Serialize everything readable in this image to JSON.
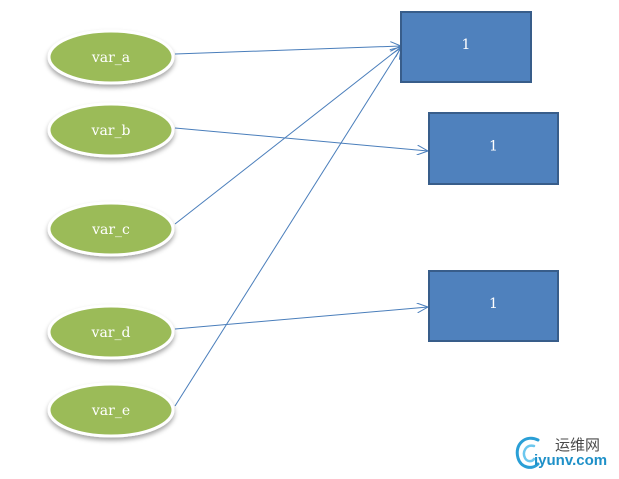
{
  "diagram": {
    "variables": [
      {
        "id": "a",
        "label": "var_a"
      },
      {
        "id": "b",
        "label": "var_b"
      },
      {
        "id": "c",
        "label": "var_c"
      },
      {
        "id": "d",
        "label": "var_d"
      },
      {
        "id": "e",
        "label": "var_e"
      }
    ],
    "boxes": [
      {
        "id": "box1",
        "label": "1"
      },
      {
        "id": "box2",
        "label": "1"
      },
      {
        "id": "box3",
        "label": "1"
      }
    ],
    "edges": [
      {
        "from": "a",
        "to": "box1"
      },
      {
        "from": "b",
        "to": "box2"
      },
      {
        "from": "c",
        "to": "box1"
      },
      {
        "from": "d",
        "to": "box3"
      },
      {
        "from": "e",
        "to": "box1"
      }
    ]
  },
  "colors": {
    "ellipse_fill": "#9bbb59",
    "ellipse_border": "#ffffff",
    "box_fill": "#4f81bd",
    "box_border": "#385d8a",
    "arrow": "#4a7ebb"
  },
  "watermark": {
    "cn": "运维网",
    "en": "iyunv.com",
    "logo_icon": "swirl-logo-icon"
  }
}
